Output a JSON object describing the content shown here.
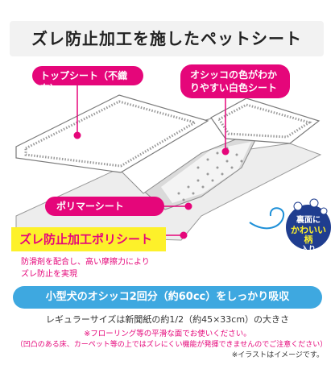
{
  "title": "ズレ防止加工を施したペットシート",
  "labels": {
    "top_sheet": "トップシート（不織布）",
    "white_sheet": "オシッコの色がわか\nりやすい白色シート",
    "polymer_sheet": "ポリマーシート",
    "anti_slip": "ズレ防止加工ポリシート",
    "anti_slip_desc": "防滑剤を配合し、高い摩擦力により\nズレ防止を実現"
  },
  "badge": {
    "line1": "裏面に",
    "line2": "かわいい柄",
    "line3": "入り"
  },
  "absorb_banner": "小型犬のオシッコ2回分（約60cc）をしっかり吸収",
  "size_note": "レギュラーサイズは新聞紙の約1/2（約45×33cm）の大きさ",
  "floor_note": "※フローリング等の平滑な面でお使いください。",
  "carpet_note": "（凹凸のある床、カーペット等の上ではズレにくい機能が発揮できませんのでご注意ください）",
  "illustration_note": "※イラストはイメージです。",
  "colors": {
    "accent_pink": "#e5067a",
    "yellow": "#fdf12a",
    "banner_blue": "#3ea8e0",
    "badge_navy": "#1f3d8f"
  }
}
